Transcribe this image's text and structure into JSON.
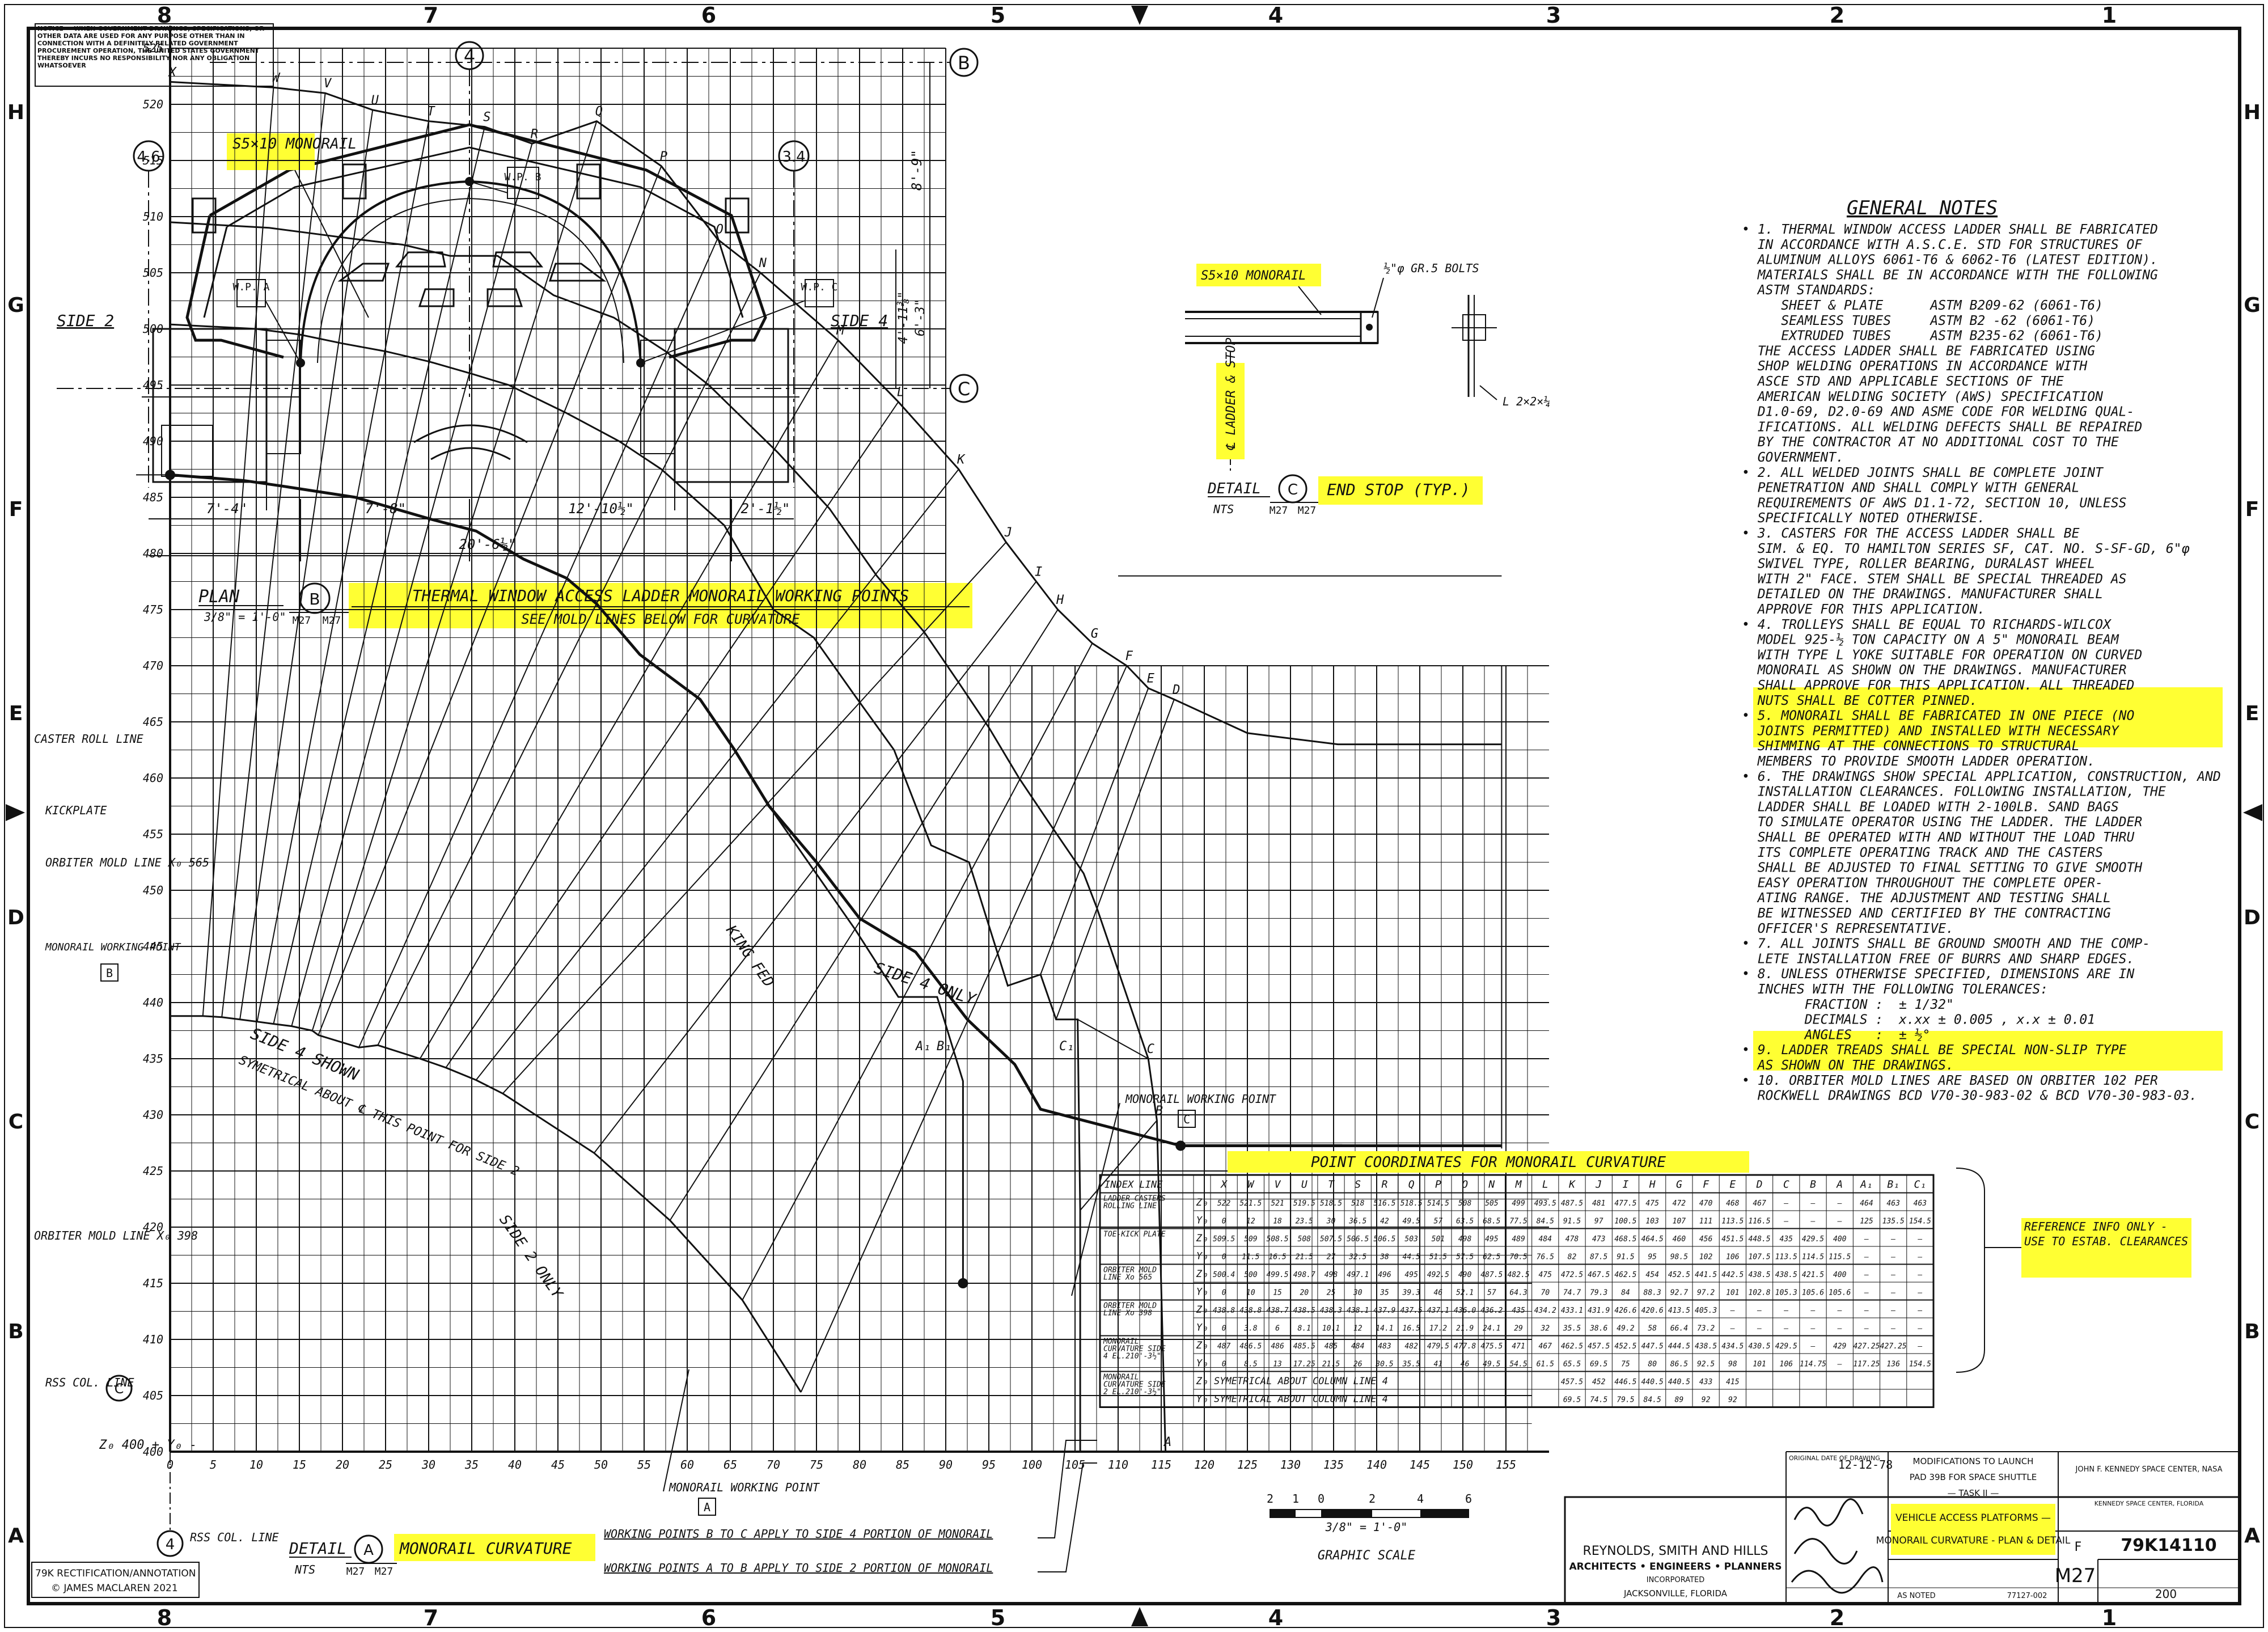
{
  "border": {
    "columns": [
      "8",
      "7",
      "6",
      "5",
      "4",
      "3",
      "2",
      "1"
    ],
    "rows": [
      "H",
      "G",
      "F",
      "E",
      "D",
      "C",
      "B",
      "A"
    ]
  },
  "notice": "NOTICE — WHEN GOVERNMENT DRAWINGS, SPECIFICATIONS, OR OTHER DATA ARE USED FOR ANY PURPOSE OTHER THAN IN CONNECTION WITH A DEFINITELY RELATED GOVERNMENT PROCUREMENT OPERATION, THE UNITED STATES GOVERNMENT THEREBY INCURS NO RESPONSIBILITY NOR ANY OBLIGATION WHATSOEVER",
  "plan": {
    "monorail_label": "S5×10 MONORAIL",
    "grid_4": "4",
    "grid_B": "B",
    "grid_C": "C",
    "grid_46": "4.6",
    "grid_34": "3.4",
    "wp_b": "W.P. B",
    "wp_a": "W.P. A",
    "wp_c": "W.P. C",
    "side2": "SIDE 2",
    "side4": "SIDE 4",
    "dim_74": "7'-4\"",
    "dim_78": "7'-8\"",
    "dim_12": "12'-10½\"",
    "dim_2": "2'-1½\"",
    "dim_20": "20'-6½\"",
    "dim_89": "8'-9\"",
    "dim_41": "4'-11⅜\"",
    "dim_63": "6'-3\"",
    "title": "PLAN",
    "scale": "3/8\" = 1'-0\"",
    "ref": "B",
    "sheet_ref": "M27",
    "caption1": "THERMAL WINDOW ACCESS LADDER MONORAIL WORKING POINTS",
    "caption2": "SEE MOLD LINES BELOW FOR CURVATURE"
  },
  "detail_c": {
    "monorail_label": "S5×10 MONORAIL",
    "bolts": "½\"φ GR.5 BOLTS",
    "angle": "L 2×2×¼",
    "ladder": "℄ LADDER & STOP",
    "title": "DETAIL",
    "ref": "C",
    "nts": "NTS",
    "sheet_ref": "M27",
    "caption": "END STOP (TYP.)"
  },
  "notes": {
    "heading": "GENERAL NOTES",
    "items": [
      "• 1. THERMAL WINDOW ACCESS LADDER SHALL BE FABRICATED",
      "  IN ACCORDANCE WITH A.S.C.E. STD FOR STRUCTURES OF",
      "  ALUMINUM ALLOYS 6061-T6 & 6062-T6 (LATEST EDITION).",
      "  MATERIALS SHALL BE IN ACCORDANCE WITH THE FOLLOWING",
      "  ASTM STANDARDS:",
      "     SHEET & PLATE      ASTM B209-62 (6061-T6)",
      "     SEAMLESS TUBES     ASTM B2 -62 (6061-T6)",
      "     EXTRUDED TUBES     ASTM B235-62 (6061-T6)",
      "  THE ACCESS LADDER SHALL BE FABRICATED USING",
      "  SHOP WELDING OPERATIONS IN ACCORDANCE WITH",
      "  ASCE STD AND APPLICABLE SECTIONS OF THE",
      "  AMERICAN WELDING SOCIETY (AWS) SPECIFICATION",
      "  D1.0-69, D2.0-69 AND ASME CODE FOR WELDING QUAL-",
      "  IFICATIONS. ALL WELDING DEFECTS SHALL BE REPAIRED",
      "  BY THE CONTRACTOR AT NO ADDITIONAL COST TO THE",
      "  GOVERNMENT.",
      "• 2. ALL WELDED JOINTS SHALL BE COMPLETE JOINT",
      "  PENETRATION AND SHALL COMPLY WITH GENERAL",
      "  REQUIREMENTS OF AWS D1.1-72, SECTION 10, UNLESS",
      "  SPECIFICALLY NOTED OTHERWISE.",
      "• 3. CASTERS FOR THE ACCESS LADDER SHALL BE",
      "  SIM. & EQ. TO HAMILTON SERIES SF, CAT. NO. S-SF-GD, 6\"φ",
      "  SWIVEL TYPE, ROLLER BEARING, DURALAST WHEEL",
      "  WITH 2\" FACE. STEM SHALL BE SPECIAL THREADED AS",
      "  DETAILED ON THE DRAWINGS. MANUFACTURER SHALL",
      "  APPROVE FOR THIS APPLICATION.",
      "• 4. TROLLEYS SHALL BE EQUAL TO RICHARDS-WILCOX",
      "  MODEL 925-½ TON CAPACITY ON A 5\" MONORAIL BEAM",
      "  WITH TYPE L YOKE SUITABLE FOR OPERATION ON CURVED",
      "  MONORAIL AS SHOWN ON THE DRAWINGS. MANUFACTURER",
      "  SHALL APPROVE FOR THIS APPLICATION. ALL THREADED",
      "  NUTS SHALL BE COTTER PINNED.",
      "• 5. MONORAIL SHALL BE FABRICATED IN ONE PIECE (NO",
      "  JOINTS PERMITTED) AND INSTALLED WITH NECESSARY",
      "  SHIMMING AT THE CONNECTIONS TO STRUCTURAL",
      "  MEMBERS TO PROVIDE SMOOTH LADDER OPERATION.",
      "• 6. THE DRAWINGS SHOW SPECIAL APPLICATION, CONSTRUCTION, AND",
      "  INSTALLATION CLEARANCES. FOLLOWING INSTALLATION, THE",
      "  LADDER SHALL BE LOADED WITH 2-100LB. SAND BAGS",
      "  TO SIMULATE OPERATOR USING THE LADDER. THE LADDER",
      "  SHALL BE OPERATED WITH AND WITHOUT THE LOAD THRU",
      "  ITS COMPLETE OPERATING TRACK AND THE CASTERS",
      "  SHALL BE ADJUSTED TO FINAL SETTING TO GIVE SMOOTH",
      "  EASY OPERATION THROUGHOUT THE COMPLETE OPER-",
      "  ATING RANGE. THE ADJUSTMENT AND TESTING SHALL",
      "  BE WITNESSED AND CERTIFIED BY THE CONTRACTING",
      "  OFFICER'S REPRESENTATIVE.",
      "• 7. ALL JOINTS SHALL BE GROUND SMOOTH AND THE COMP-",
      "  LETE INSTALLATION FREE OF BURRS AND SHARP EDGES.",
      "• 8. UNLESS OTHERWISE SPECIFIED, DIMENSIONS ARE IN",
      "  INCHES WITH THE FOLLOWING TOLERANCES:",
      "        FRACTION :  ± 1/32\"",
      "        DECIMALS :  x.xx ± 0.005 , x.x ± 0.01",
      "        ANGLES   :  ± ½°",
      "• 9. LADDER TREADS SHALL BE SPECIAL NON-SLIP TYPE",
      "  AS SHOWN ON THE DRAWINGS.",
      "• 10. ORBITER MOLD LINES ARE BASED ON ORBITER 102 PER",
      "  ROCKWELL DRAWINGS BCD V70-30-983-02 & BCD V70-30-983-03."
    ]
  },
  "graph": {
    "z_ticks": [
      "525",
      "520",
      "515",
      "510",
      "505",
      "500",
      "495",
      "490",
      "485",
      "480",
      "475",
      "470",
      "465",
      "460",
      "455",
      "450",
      "445",
      "440",
      "435",
      "430",
      "425",
      "420",
      "415",
      "410",
      "405",
      "400"
    ],
    "y_ticks": [
      "0",
      "5",
      "10",
      "15",
      "20",
      "25",
      "30",
      "35",
      "40",
      "45",
      "50",
      "55",
      "60",
      "65",
      "70",
      "75",
      "80",
      "85",
      "90",
      "95",
      "100",
      "105",
      "110",
      "115",
      "120",
      "125",
      "130",
      "135",
      "140",
      "145",
      "150",
      "155"
    ],
    "origin": "Z₀ 400 + Y₀ -",
    "index_letters": [
      "X",
      "W",
      "V",
      "U",
      "T",
      "S",
      "R",
      "Q",
      "P",
      "O",
      "N",
      "M",
      "L",
      "K",
      "J",
      "I",
      "H",
      "G",
      "F",
      "E",
      "D",
      "C",
      "B",
      "A"
    ],
    "left_labels": {
      "caster": "CASTER ROLL LINE",
      "kick": "KICKPLATE",
      "orbiter565": "ORBITER MOLD LINE X₀ 565",
      "monorail_wp": "MONORAIL WORKING POINT",
      "wp_ref": "B",
      "orbiter398": "ORBITER MOLD LINE X₀ 398",
      "rss": "RSS COL. LINE",
      "rss_ref": "C"
    },
    "side4_only": "SIDE 4 ONLY",
    "side4_shown": "SIDE 4 SHOWN",
    "symmetrical": "SYMETRICAL ABOUT ℄ THIS POINT FOR SIDE 2",
    "side2_only": "SIDE 2 ONLY",
    "king_fed": "KING FED",
    "a1": "A₁",
    "b1": "B₁",
    "c1": "C₁",
    "ca": "A",
    "cb": "B",
    "cc": "C",
    "wp_c_label": "MONORAIL WORKING POINT",
    "wp_c_ref": "C",
    "wp_a_label": "MONORAIL WORKING POINT",
    "wp_a_ref": "A"
  },
  "table": {
    "title": "POINT COORDINATES FOR MONORAIL CURVATURE",
    "headers": [
      "INDEX LINE",
      "",
      "X",
      "W",
      "V",
      "U",
      "T",
      "S",
      "R",
      "Q",
      "P",
      "O",
      "N",
      "M",
      "L",
      "K",
      "J",
      "I",
      "H",
      "G",
      "F",
      "E",
      "D",
      "C",
      "B",
      "A",
      "A₁",
      "B₁",
      "C₁"
    ],
    "rows": [
      [
        "LADDER CASTERS ROLLING LINE",
        "Z₀",
        "522",
        "521.5",
        "521",
        "519.5",
        "518.5",
        "518",
        "516.5",
        "518.5",
        "514.5",
        "508",
        "505",
        "499",
        "493.5",
        "487.5",
        "481",
        "477.5",
        "475",
        "472",
        "470",
        "468",
        "467",
        "—",
        "—",
        "—",
        "464",
        "463",
        "463"
      ],
      [
        "",
        "Y₀",
        "0",
        "12",
        "18",
        "23.5",
        "30",
        "36.5",
        "42",
        "49.5",
        "57",
        "63.5",
        "68.5",
        "77.5",
        "84.5",
        "91.5",
        "97",
        "100.5",
        "103",
        "107",
        "111",
        "113.5",
        "116.5",
        "—",
        "—",
        "—",
        "125",
        "135.5",
        "154.5"
      ],
      [
        "TOE-KICK PLATE",
        "Z₀",
        "509.5",
        "509",
        "508.5",
        "508",
        "507.5",
        "506.5",
        "506.5",
        "503",
        "501",
        "498",
        "495",
        "489",
        "484",
        "478",
        "473",
        "468.5",
        "464.5",
        "460",
        "456",
        "451.5",
        "448.5",
        "435",
        "429.5",
        "400",
        "—",
        "—",
        "—"
      ],
      [
        "",
        "Y₀",
        "0",
        "11.5",
        "16.5",
        "21.5",
        "27",
        "32.5",
        "38",
        "44.5",
        "51.5",
        "57.5",
        "62.5",
        "70.5",
        "76.5",
        "82",
        "87.5",
        "91.5",
        "95",
        "98.5",
        "102",
        "106",
        "107.5",
        "113.5",
        "114.5",
        "115.5",
        "—",
        "—",
        "—"
      ],
      [
        "ORBITER MOLD LINE Xo 565",
        "Z₀",
        "500.4",
        "500",
        "499.5",
        "498.7",
        "498",
        "497.1",
        "496",
        "495",
        "492.5",
        "490",
        "487.5",
        "482.5",
        "475",
        "472.5",
        "467.5",
        "462.5",
        "454",
        "452.5",
        "441.5",
        "442.5",
        "438.5",
        "438.5",
        "421.5",
        "400",
        "—",
        "—",
        "—"
      ],
      [
        "",
        "Y₀",
        "0",
        "10",
        "15",
        "20",
        "25",
        "30",
        "35",
        "39.3",
        "46",
        "52.1",
        "57",
        "64.3",
        "70",
        "74.7",
        "79.3",
        "84",
        "88.3",
        "92.7",
        "97.2",
        "101",
        "102.8",
        "105.3",
        "105.6",
        "105.6",
        "—",
        "—",
        "—"
      ],
      [
        "ORBITER MOLD LINE Xo 398",
        "Z₀",
        "438.8",
        "438.8",
        "438.7",
        "438.5",
        "438.3",
        "438.1",
        "437.9",
        "437.5",
        "437.1",
        "436.0",
        "436.2",
        "435",
        "434.2",
        "433.1",
        "431.9",
        "426.6",
        "420.6",
        "413.5",
        "405.3",
        "—",
        "—",
        "—",
        "—",
        "—",
        "—",
        "—",
        "—"
      ],
      [
        "",
        "Y₀",
        "0",
        "3.8",
        "6",
        "8.1",
        "10.1",
        "12",
        "14.1",
        "16.5",
        "17.2",
        "21.9",
        "24.1",
        "29",
        "32",
        "35.5",
        "38.6",
        "49.2",
        "58",
        "66.4",
        "73.2",
        "—",
        "—",
        "—",
        "—",
        "—",
        "—",
        "—",
        "—"
      ],
      [
        "MONORAIL CURVATURE SIDE 4 EL.210'-3½\"",
        "Z₀",
        "487",
        "486.5",
        "486",
        "485.5",
        "485",
        "484",
        "483",
        "482",
        "479.5",
        "477.8",
        "475.5",
        "471",
        "467",
        "462.5",
        "457.5",
        "452.5",
        "447.5",
        "444.5",
        "438.5",
        "434.5",
        "430.5",
        "429.5",
        "—",
        "429",
        "427.25",
        "427.25",
        "—"
      ],
      [
        "",
        "Y₀",
        "0",
        "8.5",
        "13",
        "17.25",
        "21.5",
        "26",
        "30.5",
        "35.5",
        "41",
        "46",
        "49.5",
        "54.5",
        "61.5",
        "65.5",
        "69.5",
        "75",
        "80",
        "86.5",
        "92.5",
        "98",
        "101",
        "106",
        "114.75",
        "—",
        "117.25",
        "136",
        "154.5"
      ],
      [
        "MONORAIL CURVATURE SIDE 2 EL.210'-3½\"",
        "Z₀",
        "SYMETRICAL ABOUT COLUMN LINE 4",
        "",
        "",
        "",
        "",
        "",
        "",
        "",
        "",
        "",
        "",
        "",
        "",
        "457.5",
        "452",
        "446.5",
        "440.5",
        "440.5",
        "433",
        "415",
        "",
        "",
        "",
        "",
        "",
        "",
        ""
      ],
      [
        "",
        "Y₀",
        "SYMETRICAL ABOUT COLUMN LINE 4",
        "",
        "",
        "",
        "",
        "",
        "",
        "",
        "",
        "",
        "",
        "",
        "",
        "69.5",
        "74.5",
        "79.5",
        "84.5",
        "89",
        "92",
        "92",
        "",
        "",
        "",
        "",
        "",
        "",
        ""
      ]
    ],
    "reference_info": "REFERENCE INFO ONLY - USE TO ESTAB. CLEARANCES"
  },
  "detail_a": {
    "grid": "4",
    "rss": "RSS COL. LINE",
    "title": "DETAIL",
    "ref": "A",
    "nts": "NTS",
    "sheet_ref": "M27",
    "caption": "MONORAIL CURVATURE",
    "note1": "WORKING POINTS B TO C APPLY TO SIDE 4 PORTION OF MONORAIL",
    "note2": "WORKING POINTS A TO B APPLY TO SIDE 2 PORTION OF MONORAIL"
  },
  "scale_bar": {
    "numbers": [
      "2",
      "1",
      "0",
      "2",
      "4",
      "6"
    ],
    "ratio": "3/8\" = 1'-0\"",
    "label": "GRAPHIC SCALE"
  },
  "title_block": {
    "firm1": "REYNOLDS, SMITH AND HILLS",
    "firm2": "ARCHITECTS • ENGINEERS • PLANNERS",
    "firm3": "INCORPORATED",
    "firm4": "JACKSONVILLE, FLORIDA",
    "date_label": "ORIGINAL DATE OF DRAWING",
    "date": "12-12-78",
    "mod1": "MODIFICATIONS TO LAUNCH",
    "mod2": "PAD 39B FOR SPACE SHUTTLE",
    "mod3": "— TASK II —",
    "agency": "JOHN F. KENNEDY SPACE CENTER, NASA",
    "agency2": "KENNEDY SPACE CENTER, FLORIDA",
    "title1": "VEHICLE ACCESS PLATFORMS —",
    "title2": "MONORAIL CURVATURE - PLAN & DETAIL",
    "sheet": "M27",
    "size": "F",
    "dwg_no": "79K14110",
    "scale_label": "AS NOTED",
    "code": "77127-002",
    "sheet_no": "200"
  },
  "annotation": {
    "line1": "79K RECTIFICATION/ANNOTATION",
    "line2": "© JAMES MACLAREN 2021"
  }
}
